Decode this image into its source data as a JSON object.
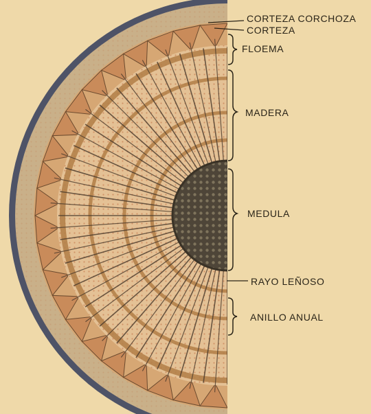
{
  "title": "",
  "labels": {
    "corteza_corchoza": "CORTEZA CORCHOZA",
    "corteza": "CORTEZA",
    "floema": "FLOEMA",
    "madera": "MADERA",
    "medula": "MEDULA",
    "rayo_lenoso": "RAYO LEÑOSO",
    "anillo_anual": "ANILLO ANUAL"
  },
  "colors": {
    "background": "#efd9a9",
    "bark": "#4e5367",
    "cortex": "#c9b089",
    "wood": "#e4c195",
    "ring": "#b27e47",
    "ray": "#4a3a2c",
    "pith": "#4e4538",
    "phloem_wedge": "#c98b5a"
  }
}
